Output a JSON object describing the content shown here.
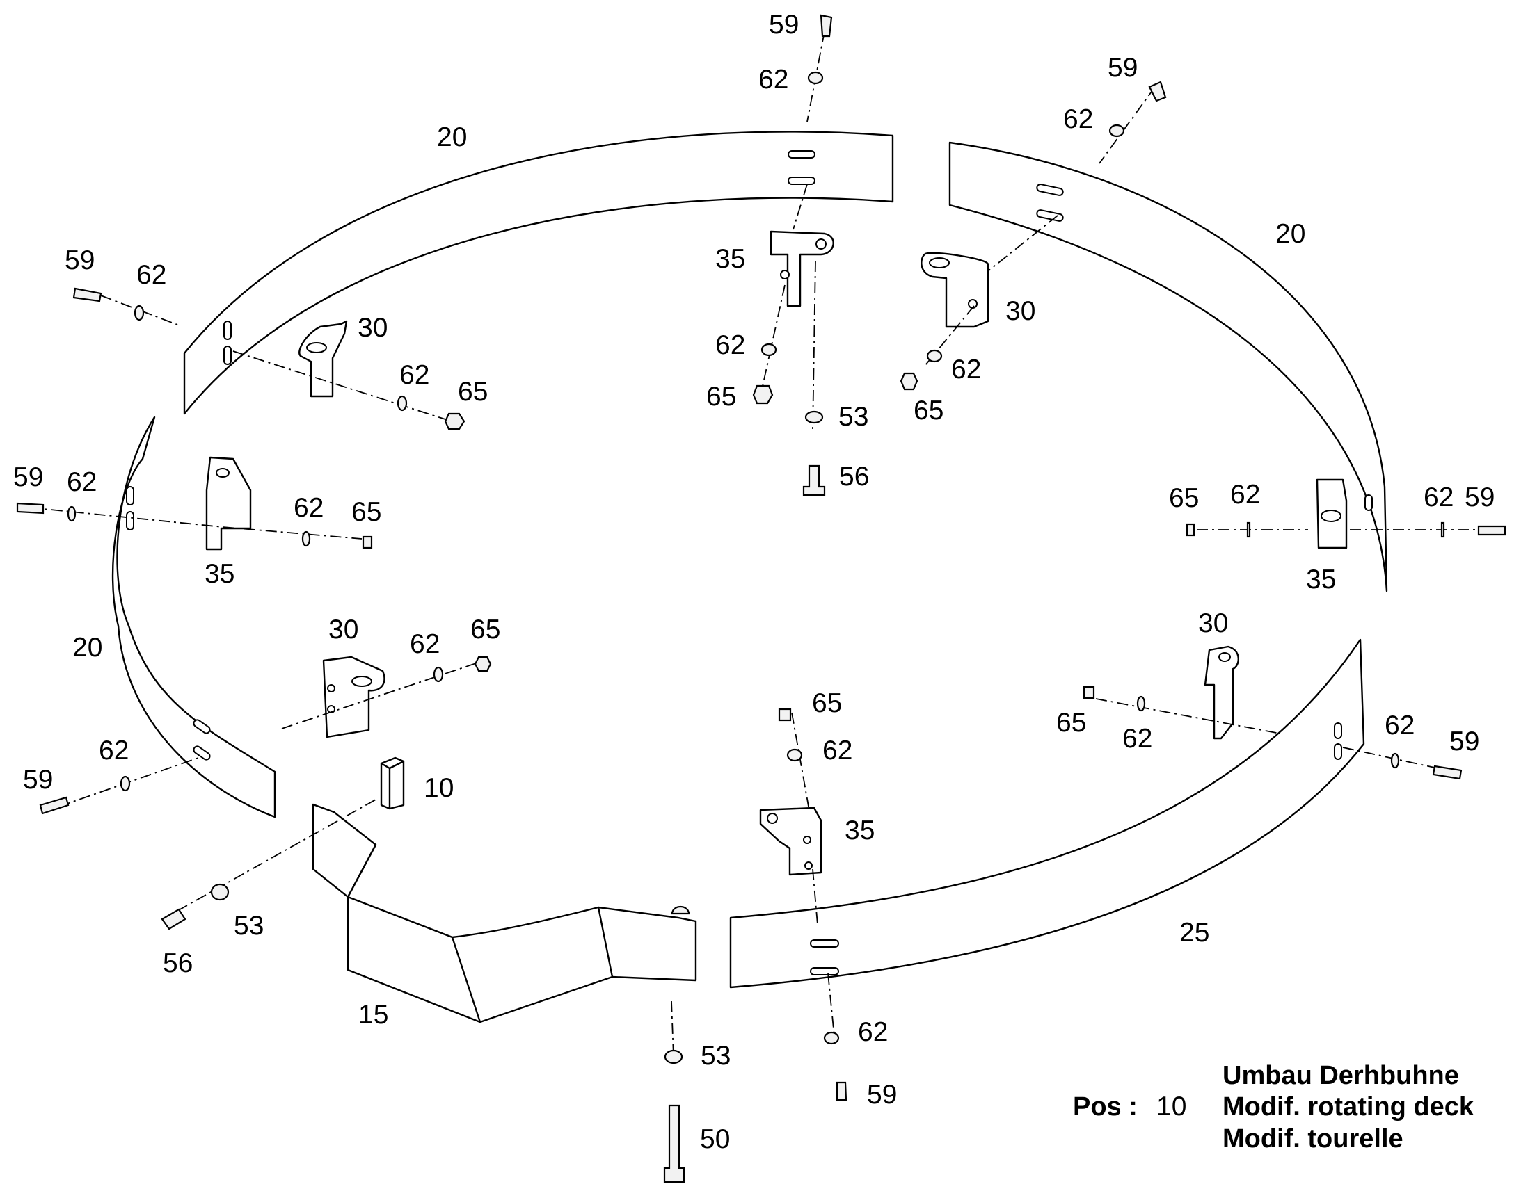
{
  "parts": {
    "p10": "10",
    "p15": "15",
    "p20": "20",
    "p25": "25",
    "p30": "30",
    "p35": "35",
    "p50": "50",
    "p53": "53",
    "p56": "56",
    "p59": "59",
    "p62": "62",
    "p65": "65"
  },
  "title_block": {
    "pos_label": "Pos :",
    "pos_value": "10",
    "line1": "Umbau Derhbuhne",
    "line2": "Modif. rotating deck",
    "line3": "Modif. tourelle"
  }
}
